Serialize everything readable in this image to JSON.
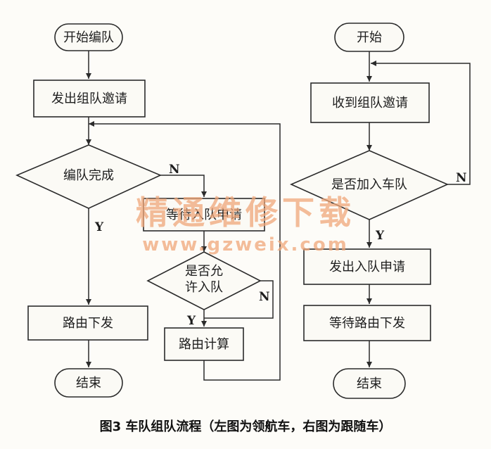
{
  "left_flow": {
    "start": "开始编队",
    "send_invite": "发出组队邀请",
    "decision_complete": "编队完成",
    "wait_request": "等待入队申请",
    "decision_allow_line1": "是否允",
    "decision_allow_line2": "许入队",
    "route_calc": "路由计算",
    "route_dispatch": "路由下发",
    "end": "结束",
    "label_y_complete": "Y",
    "label_n_complete": "N",
    "label_y_allow": "Y",
    "label_n_allow": "N"
  },
  "right_flow": {
    "start": "开始",
    "receive_invite": "收到组队邀请",
    "decision_join": "是否加入车队",
    "send_request": "发出入队申请",
    "wait_route": "等待路由下发",
    "end": "结束",
    "label_y_join": "Y",
    "label_n_join": "N"
  },
  "watermark": {
    "main": "精通维修下载",
    "url": "www.gzweix.com"
  },
  "caption": "图3  车队组队流程（左图为领航车，右图为跟随车）",
  "colors": {
    "line": "#2b2b2b",
    "box_fill": "#fbfaf5",
    "watermark": "#f0a77a"
  }
}
